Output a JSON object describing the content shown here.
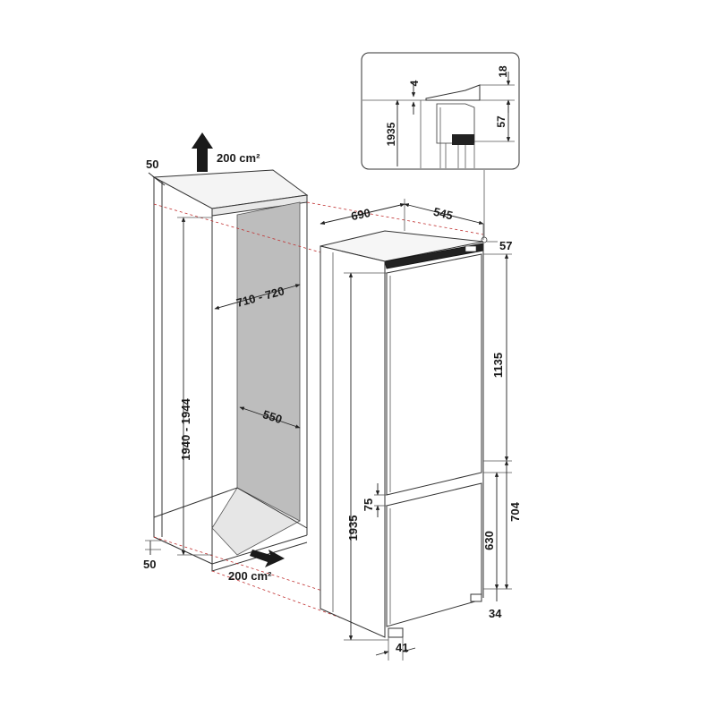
{
  "colors": {
    "outline": "#333333",
    "cavity_fill": "#bdbdbd",
    "floor_fill": "#e6e6e6",
    "red_guide": "#c03030",
    "arrow": "#1a1a1a"
  },
  "icons": {
    "airflow_up": "arrow-up-icon",
    "airflow_in": "arrow-right-icon"
  },
  "niche": {
    "vent_top_area": "200 cm²",
    "vent_bottom_area": "200 cm²",
    "gap_top": "50",
    "gap_bottom": "50",
    "height": "1940 - 1944",
    "width": "710 - 720",
    "depth": "550"
  },
  "appliance": {
    "depth_total": "690",
    "depth_body": "545",
    "top_offset": "57",
    "upper_door_height": "1135",
    "door_gap": "75",
    "lower_section_height": "704",
    "lower_door_height": "630",
    "base_height": "34",
    "total_height": "1935",
    "foot_depth": "41"
  },
  "detail": {
    "dim_4": "4",
    "dim_18": "18",
    "dim_57": "57",
    "dim_1935": "1935"
  }
}
